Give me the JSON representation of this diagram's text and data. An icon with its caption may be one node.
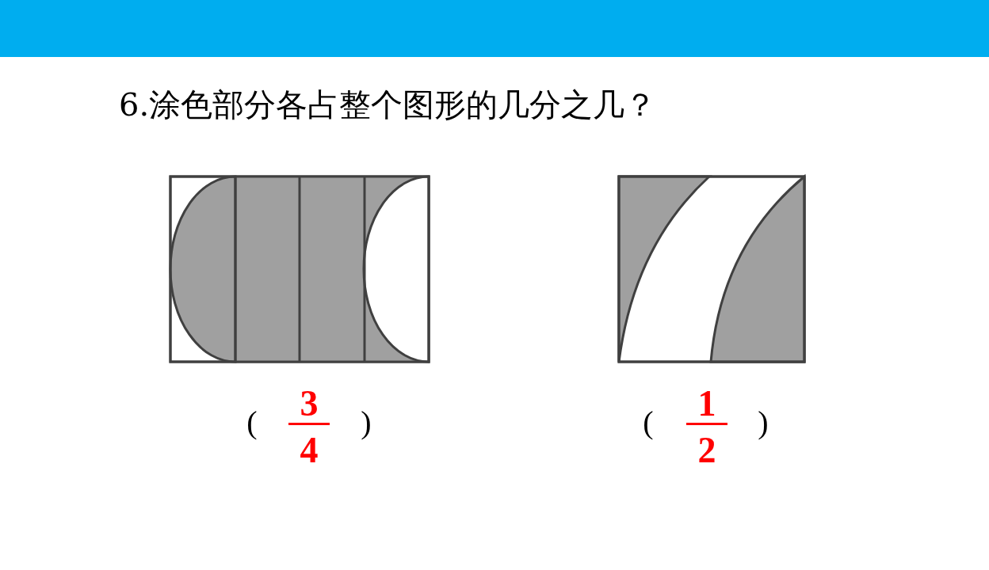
{
  "diagram": {
    "title": "6.涂色部分各占整个图形的几分之几？",
    "labels": [
      "(",
      "3",
      "4",
      ")",
      "(",
      "1",
      "2",
      ")"
    ]
  }
}
